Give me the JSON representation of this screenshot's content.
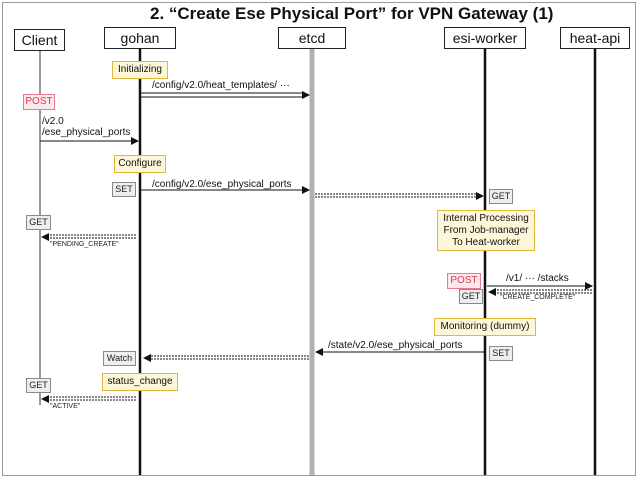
{
  "title": "2. “Create Ese Physical Port” for VPN Gateway (1)",
  "actors": {
    "client": "Client",
    "gohan": "gohan",
    "etcd": "etcd",
    "esi_worker": "esi-worker",
    "heat_api": "heat-api"
  },
  "notes": {
    "initializing": "Initializing",
    "configure": "Configure",
    "internal_processing": "Internal Processing From Job-manager To Heat-worker",
    "monitoring": "Monitoring (dummy)",
    "status_change": "status_change"
  },
  "tags": {
    "post_client": "POST",
    "set_gohan": "SET",
    "get_esi": "GET",
    "get_client_1": "GET",
    "post_esi": "POST",
    "get_esi_2": "GET",
    "set_esi": "SET",
    "watch_gohan": "Watch",
    "get_client_2": "GET"
  },
  "labels": {
    "heat_templates": "/config/v2.0/heat_templates/ ···",
    "client_path_1": "/v2.0",
    "client_path_2": "/ese_physical_ports",
    "config_ports": "/config/v2.0/ese_physical_ports",
    "pending_create": "\"PENDING_CREATE\"",
    "v1_stacks": "/v1/ ··· /stacks",
    "create_complete": "\"CREATE_COMPLETE\"",
    "state_ports": "/state/v2.0/ese_physical_ports",
    "active": "\"ACTIVE\""
  }
}
